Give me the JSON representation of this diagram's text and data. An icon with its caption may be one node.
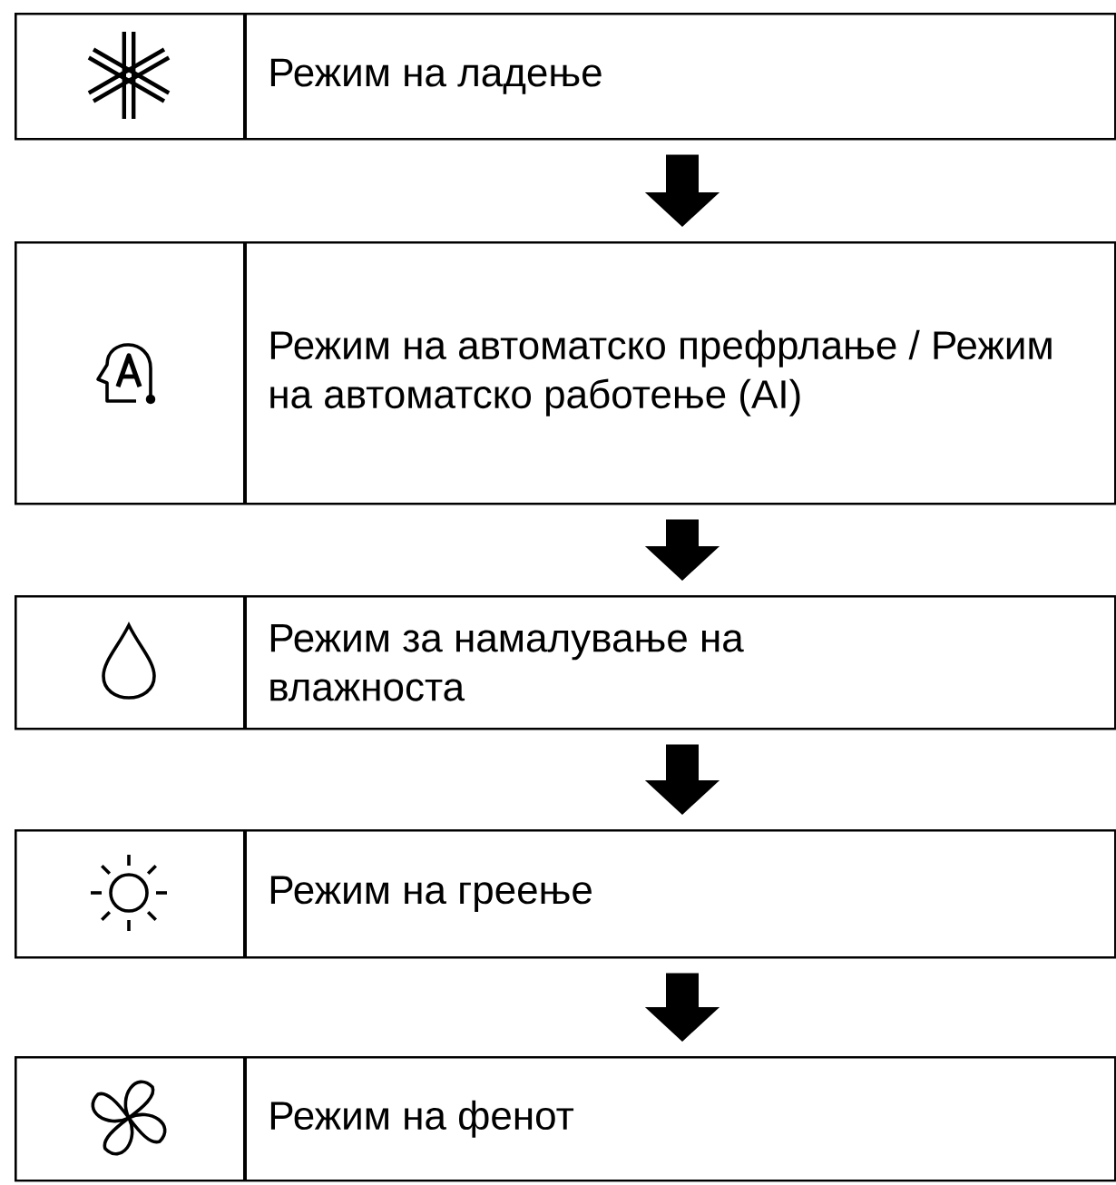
{
  "diagram": {
    "nodes": [
      {
        "text": [
          "Режим на ладење"
        ]
      },
      {
        "text": [
          "Режим на автоматско префрлање / Режим на автоматско работење (AI)"
        ]
      },
      {
        "text": [
          "Режим за намалување на влажноста"
        ]
      },
      {
        "text": [
          "Режим на греење"
        ]
      },
      {
        "text": [
          "Режим на фенот"
        ]
      }
    ],
    "edges": [
      {
        "from": 0,
        "to": 1,
        "arrow": "to"
      },
      {
        "from": 1,
        "to": 2,
        "arrow": "to"
      },
      {
        "from": 2,
        "to": 3,
        "arrow": "to"
      },
      {
        "from": 3,
        "to": 4,
        "arrow": "to"
      }
    ]
  }
}
